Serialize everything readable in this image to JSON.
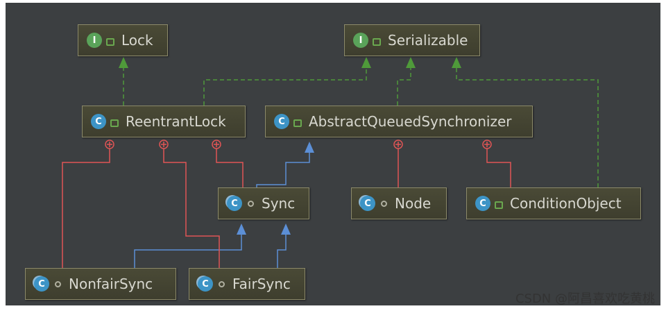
{
  "nodes": {
    "lock": {
      "name": "Lock",
      "badge": "I",
      "kind": "interface",
      "visibility": "public"
    },
    "serializable": {
      "name": "Serializable",
      "badge": "I",
      "kind": "interface",
      "visibility": "public"
    },
    "reentrant_lock": {
      "name": "ReentrantLock",
      "badge": "C",
      "kind": "class",
      "visibility": "public"
    },
    "aqs": {
      "name": "AbstractQueuedSynchronizer",
      "badge": "C",
      "kind": "class",
      "visibility": "public"
    },
    "sync": {
      "name": "Sync",
      "badge": "C",
      "kind": "inner-class",
      "visibility": "package"
    },
    "node": {
      "name": "Node",
      "badge": "C",
      "kind": "inner-class",
      "visibility": "package"
    },
    "condition_object": {
      "name": "ConditionObject",
      "badge": "C",
      "kind": "class",
      "visibility": "public"
    },
    "nonfair_sync": {
      "name": "NonfairSync",
      "badge": "C",
      "kind": "inner-class",
      "visibility": "package"
    },
    "fair_sync": {
      "name": "FairSync",
      "badge": "C",
      "kind": "inner-class",
      "visibility": "package"
    }
  },
  "relations": [
    {
      "from": "reentrant_lock",
      "to": "lock",
      "type": "implements",
      "color": "#4f9a3a"
    },
    {
      "from": "reentrant_lock",
      "to": "serializable",
      "type": "implements",
      "color": "#4f9a3a"
    },
    {
      "from": "aqs",
      "to": "serializable",
      "type": "implements",
      "color": "#4f9a3a"
    },
    {
      "from": "condition_object",
      "to": "serializable",
      "type": "implements",
      "color": "#4f9a3a"
    },
    {
      "from": "sync",
      "to": "aqs",
      "type": "extends",
      "color": "#5c8fd6"
    },
    {
      "from": "nonfair_sync",
      "to": "sync",
      "type": "extends",
      "color": "#5c8fd6"
    },
    {
      "from": "fair_sync",
      "to": "sync",
      "type": "extends",
      "color": "#5c8fd6"
    },
    {
      "from": "nonfair_sync",
      "to": "reentrant_lock",
      "type": "inner",
      "color": "#e05555"
    },
    {
      "from": "fair_sync",
      "to": "reentrant_lock",
      "type": "inner",
      "color": "#e05555"
    },
    {
      "from": "sync",
      "to": "reentrant_lock",
      "type": "inner",
      "color": "#e05555"
    },
    {
      "from": "node",
      "to": "aqs",
      "type": "inner",
      "color": "#e05555"
    },
    {
      "from": "condition_object",
      "to": "aqs",
      "type": "inner",
      "color": "#e05555"
    }
  ],
  "watermark": "CSDN @阿昌喜欢吃黄桃"
}
